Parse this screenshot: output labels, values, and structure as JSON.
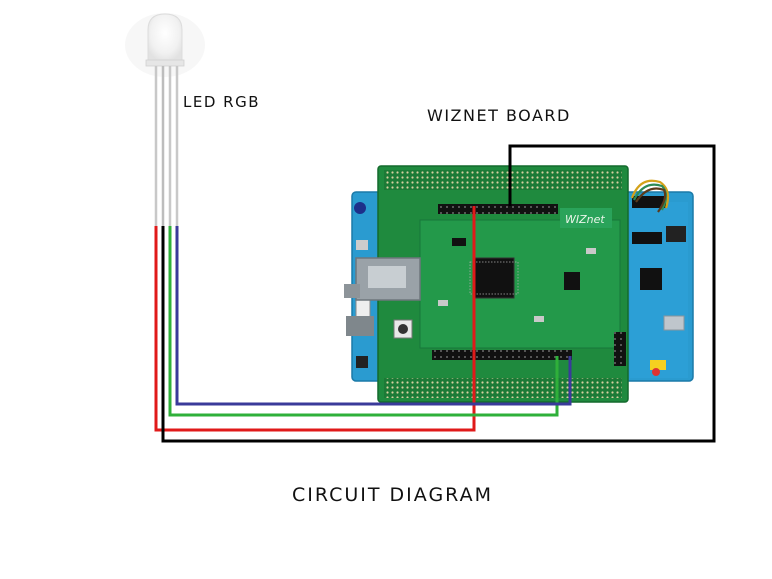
{
  "labels": {
    "led": "LED RGB",
    "board": "WIZNET BOARD",
    "title": "CIRCUIT DIAGRAM"
  },
  "colors": {
    "red_wire": "#e01a1a",
    "green_wire": "#2fb03a",
    "blue_wire": "#3a3a9a",
    "black_wire": "#000000",
    "pcb_green": "#1f8a3e",
    "nucleo_blue": "#2a9bd0"
  },
  "components": {
    "led": "rgb-led",
    "main_board": "wiznet-shield",
    "base_board": "nucleo-board"
  }
}
